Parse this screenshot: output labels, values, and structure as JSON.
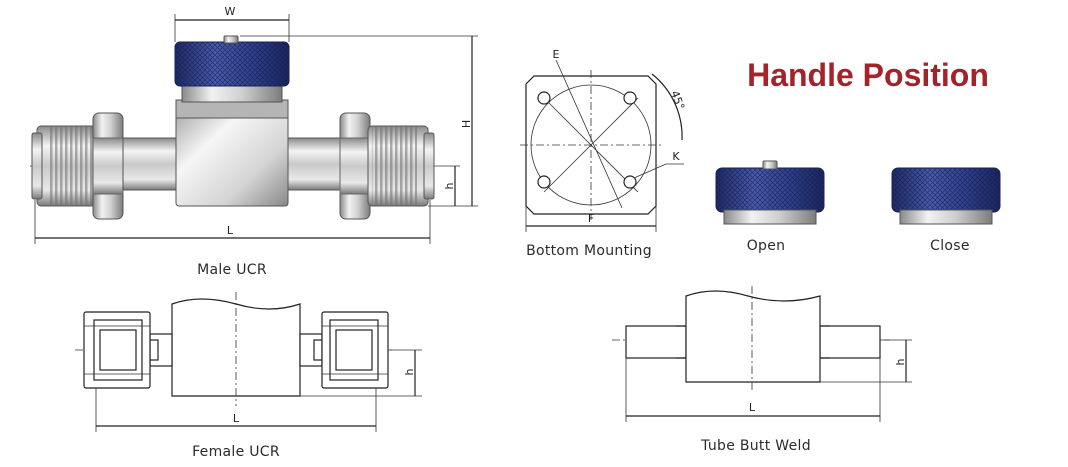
{
  "title": "Handle Position",
  "captions": {
    "male_ucr": "Male UCR",
    "female_ucr": "Female UCR",
    "tube_butt_weld": "Tube Butt Weld",
    "bottom_mounting": "Bottom Mounting",
    "open": "Open",
    "close": "Close"
  },
  "dimension_labels": {
    "w": "W",
    "h_upper": "H",
    "h_lower": "h",
    "l": "L",
    "e": "E",
    "f": "F",
    "k": "K",
    "angle": "45°"
  },
  "colors": {
    "title": "#a3232a",
    "knob": "#2d3e8c",
    "metal": "#c8c8c8"
  }
}
